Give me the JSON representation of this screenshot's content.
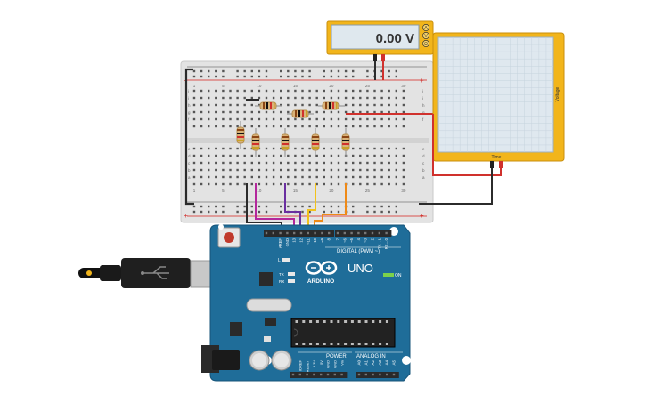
{
  "multimeter": {
    "reading": "0.00 V",
    "mode_buttons": [
      "A",
      "V",
      "Ω"
    ]
  },
  "oscilloscope": {
    "y_label": "Voltage",
    "x_label": "Time"
  },
  "breadboard": {
    "row_numbers": [
      "1",
      "5",
      "10",
      "15",
      "20",
      "25",
      "30"
    ],
    "column_letters_top": [
      "a",
      "b",
      "c",
      "d",
      "e"
    ],
    "column_letters_bottom": [
      "f",
      "g",
      "h",
      "i",
      "j"
    ],
    "rail_plus": "+",
    "rail_minus": "–"
  },
  "arduino": {
    "model_label": "UNO",
    "brand_label": "ARDUINO",
    "on_label": "ON",
    "digital_header": "DIGITAL (PWM ~)",
    "power_header": "POWER",
    "analog_header": "ANALOG IN",
    "l_label": "L",
    "tx_label": "TX",
    "rx_label": "RX",
    "top_pins": [
      "AREF",
      "GND",
      "13",
      "12",
      "~11",
      "~10",
      "~9",
      "8",
      "7",
      "~6",
      "~5",
      "4",
      "~3",
      "2",
      "TX→1",
      "RX←0"
    ],
    "power_pins": [
      "IOREF",
      "RESET",
      "3.3V",
      "5V",
      "GND",
      "GND",
      "Vin"
    ],
    "analog_pins": [
      "A0",
      "A1",
      "A2",
      "A3",
      "A4",
      "A5"
    ]
  },
  "colors": {
    "board_blue": "#1f6d99",
    "wire_red": "#d0312d",
    "wire_black": "#2b2b2b",
    "wire_magenta": "#b3279c",
    "wire_purple": "#6a2fa0",
    "wire_yellow": "#f2c21b",
    "wire_orange": "#ef8a17",
    "meter_frame": "#f2b51b",
    "scope_bg": "#dfe8ef"
  }
}
